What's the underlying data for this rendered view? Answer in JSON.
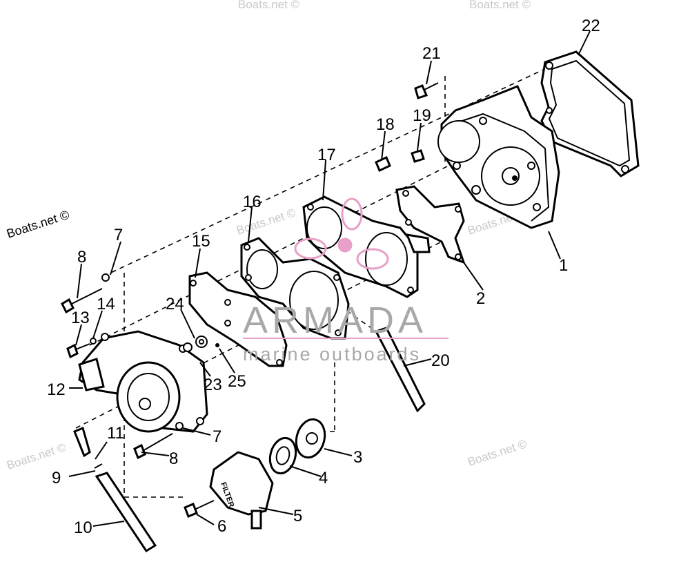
{
  "watermarks": [
    "Boats.net ©",
    "Boats.net ©",
    "Boats.net ©",
    "Boats.net ©",
    "Boats.net ©",
    "Boats.net ©",
    "Boats.net ©"
  ],
  "brand": {
    "name": "ARMADA",
    "tagline": "marine outboards",
    "logo_color": "#e8a0c8",
    "text_color": "#a8a8a8",
    "rule_color": "#e8a0c8"
  },
  "callouts": [
    "1",
    "2",
    "3",
    "4",
    "5",
    "6",
    "7",
    "7",
    "8",
    "8",
    "9",
    "10",
    "11",
    "12",
    "13",
    "14",
    "15",
    "16",
    "17",
    "18",
    "19",
    "20",
    "21",
    "22",
    "23",
    "24",
    "25"
  ]
}
